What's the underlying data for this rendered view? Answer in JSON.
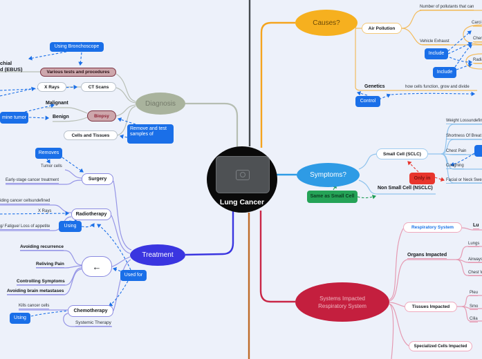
{
  "center": {
    "title": "Lung Cancer"
  },
  "colors": {
    "background": "#edf1fa",
    "action_blue": "#1a6fe8",
    "diagnosis_sage": "#a9b39d",
    "treatment_blue": "#3a35e0",
    "causes_orange": "#f6b01f",
    "symptoms_blue": "#2e9be5",
    "systems_crimson": "#c41f3e",
    "only_in_red": "#e8352c",
    "same_as_green": "#25a357",
    "center_black": "#0a0a0a",
    "trunk_dark": "#43484d",
    "trunk_brown": "#bf6a28"
  },
  "diagnosis": {
    "ellipse": "Diagnosis",
    "using_bronchoscope": "Using Bronchoscope",
    "ebus_line1": "chial",
    "ebus_line2": "d (EBUS)",
    "various_tests": "Various tests and procedures",
    "x_rays": "X Rays",
    "ct_scans": "CT Scans",
    "malignant": "Malignant",
    "benign": "Benign",
    "biopsy": "Biopsy",
    "determine_tumor": "mine tumor",
    "cells_tissues": "Cells and Tissues",
    "remove_test": "Remove and test samples of"
  },
  "treatment": {
    "ellipse": "Treatment",
    "removes": "Removes",
    "tumor_cells": "Tumor cells",
    "early_stage": "Early-stage cancer treatment",
    "surgery": "Surgery",
    "cancer_cells": "iding cancer cellsundefined",
    "x_rays": "X Rays",
    "radiotherapy": "Radiotherapy",
    "using1": "Using",
    "fatigue": "g/ Fatigue/ Loss of appetite",
    "avoiding_recurrence": "Avoiding recurrence",
    "reliving_pain": "Reliving Pain",
    "controlling_symptoms": "Controlling Symptoms",
    "avoiding_brain": "Avoiding brain metastases",
    "arrow": "←",
    "used_for": "Used for",
    "kills": "Kills cancer cells",
    "chemotherapy": "Chemotherapy",
    "using2": "Using",
    "systemic": "Systemic Therapy"
  },
  "causes": {
    "ellipse": "Causes?",
    "air_pollution": "Air Pollution",
    "pollutants": "Number of pollutants that can",
    "carcinogens": "Carci",
    "chemicals": "Chemi",
    "vehicle_exhaust": "Vehicle Exhaust",
    "include1": "Include",
    "radiation": "Radia",
    "include2": "Include",
    "genetics": "Genetics",
    "how_cells": "how cells function, grow and divide",
    "control": "Control"
  },
  "symptoms": {
    "ellipse": "Symptoms?",
    "small_cell": "Small Cell (SCLC)",
    "weight_loss": "Weight Lossundefin",
    "shortness": "Shortness Of Breat",
    "chest_pain": "Chest Pain",
    "coughing": "Coughing",
    "facial": "Facial or Neck Swel",
    "only_in": "Only in",
    "nsclc": "Non Small Cell (NSCLC)",
    "same_as": "Same as Small Cell"
  },
  "systems": {
    "ellipse_line1": "Systems Impacted",
    "ellipse_line2": "Respiratory System",
    "respiratory_pill": "Respiratory System",
    "lungs_bold": "Lu",
    "organs_impacted": "Organs Impacted",
    "lungs": "Lungs",
    "airways": "Airways",
    "chest_wall": "Chest W",
    "tissues_impacted": "Tissues Impacted",
    "pleura": "Pleu",
    "smooth": "Smo",
    "cilia": "Cilia",
    "specialized": "Specialized Cells Impacted"
  }
}
